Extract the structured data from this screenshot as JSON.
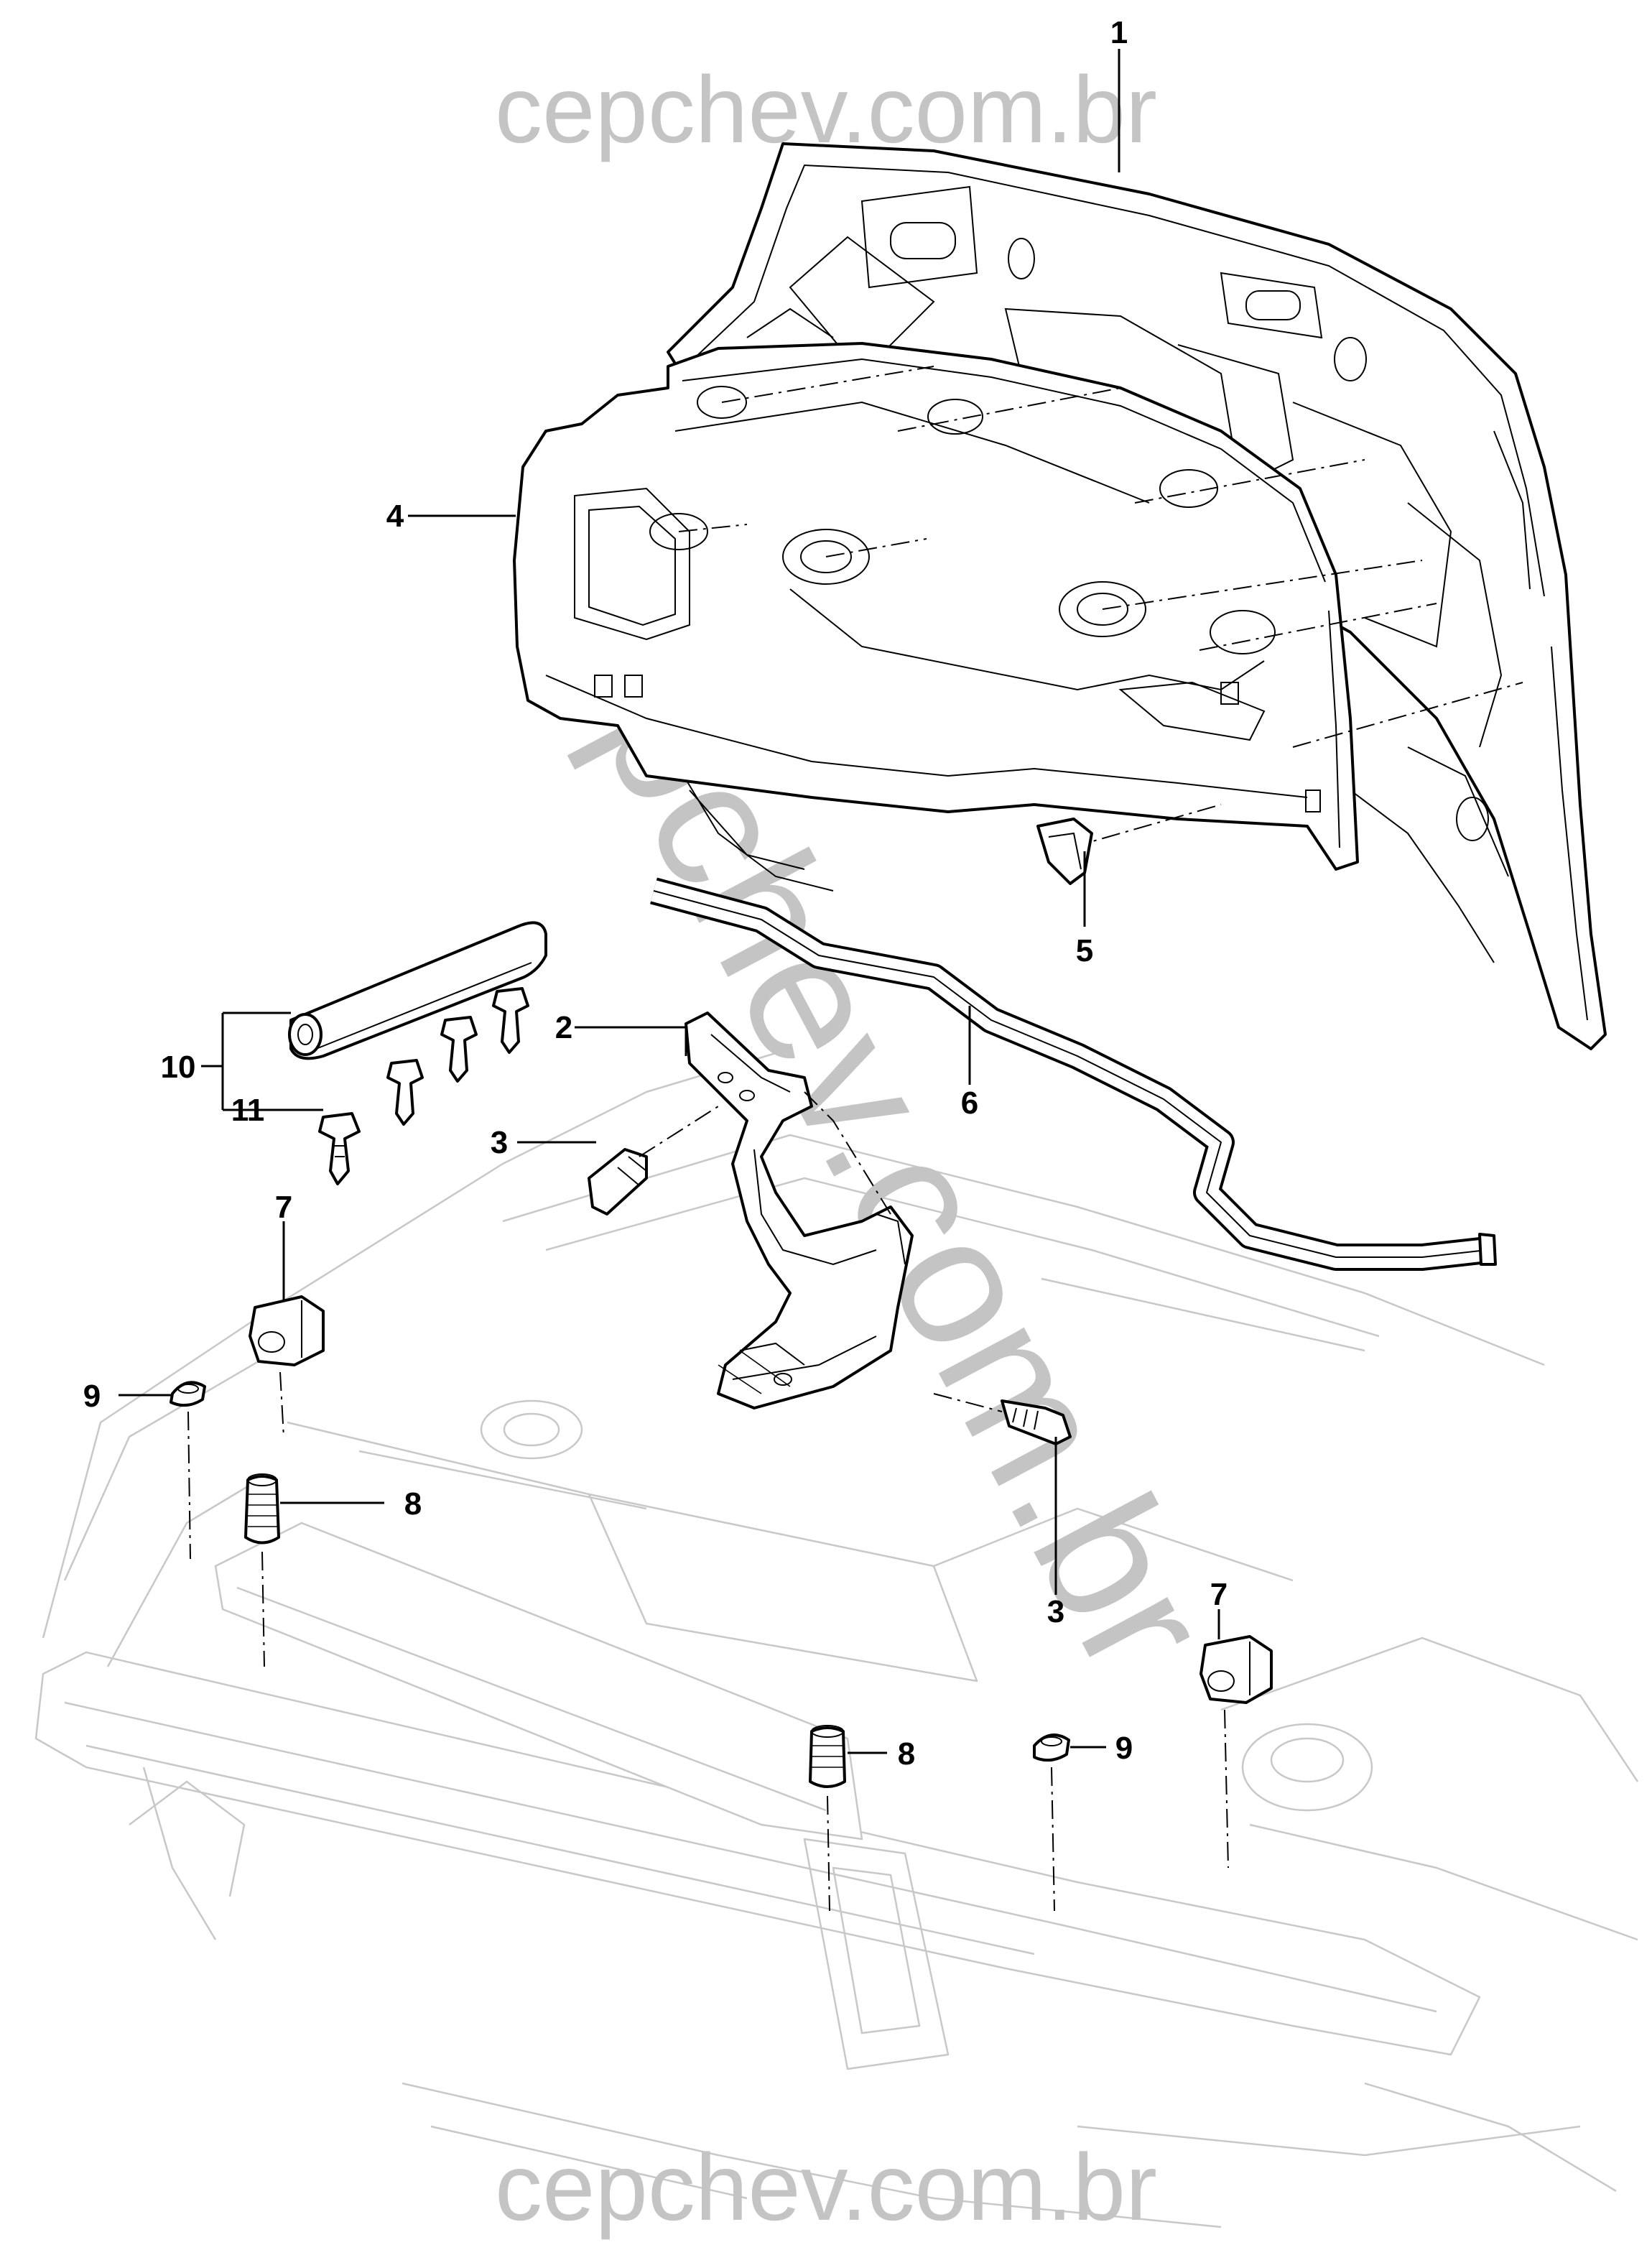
{
  "watermark": {
    "top": "cepchev.com.br",
    "bottom": "cepchev.com.br",
    "diagonal": "cepchev.com.br"
  },
  "callouts": {
    "c1": "1",
    "c2": "2",
    "c3a": "3",
    "c3b": "3",
    "c4": "4",
    "c5": "5",
    "c6": "6",
    "c7a": "7",
    "c7b": "7",
    "c8a": "8",
    "c8b": "8",
    "c9a": "9",
    "c9b": "9",
    "c10": "10",
    "c11": "11"
  },
  "colors": {
    "watermark": "#c4c4c4",
    "line_art": "#000000",
    "background_art": "#c8c8c8"
  }
}
